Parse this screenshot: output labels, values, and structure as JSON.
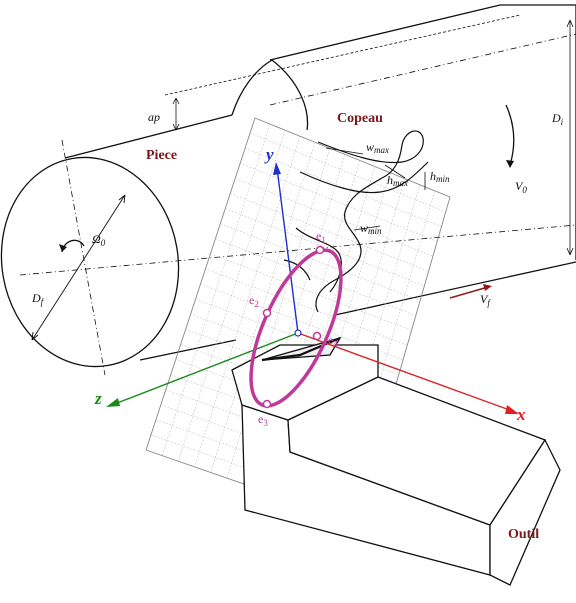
{
  "labels": {
    "piece": "Piece",
    "copeau": "Copeau",
    "outil": "Outil",
    "ap": "ap",
    "omega": "Ω",
    "omega_sub": "0",
    "df": "D",
    "df_sub": "f",
    "di": "D",
    "di_sub": "i",
    "v0": "V",
    "v0_sub": "0",
    "vf": "V",
    "vf_sub": "f",
    "wmax": "w",
    "wmax_sub": "max",
    "wmin": "w",
    "wmin_sub": "min",
    "hmax": "h",
    "hmax_sub": "max",
    "hmin": "h",
    "hmin_sub": "min"
  },
  "axes": {
    "x": "x",
    "y": "y",
    "z": "z"
  },
  "points": {
    "e1": "e",
    "e1_sub": "1",
    "e2": "e",
    "e2_sub": "2",
    "e3": "e",
    "e3_sub": "3",
    "e4": "e",
    "e4_sub": "4"
  },
  "colors": {
    "x_axis": "#e02020",
    "y_axis": "#2030d0",
    "z_axis": "#1a8a1a",
    "ellipse": "#c0399a",
    "label_brown": "#7a1a1a",
    "grid": "#b8b8b8"
  }
}
